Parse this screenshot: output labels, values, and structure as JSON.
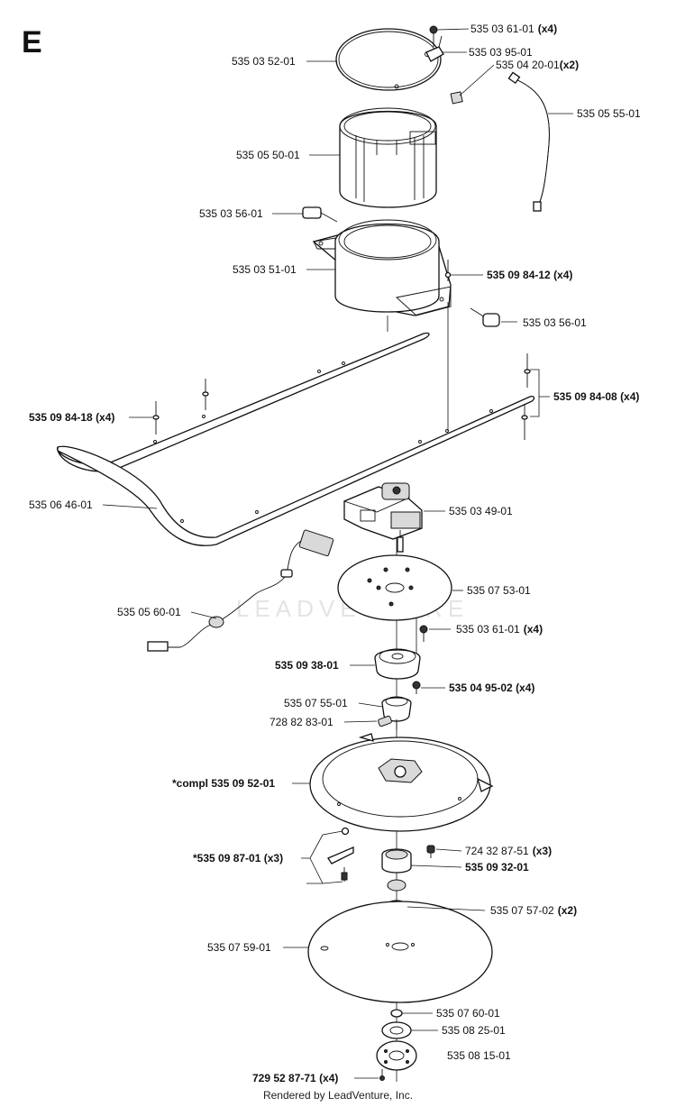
{
  "section_letter": "E",
  "footer_text": "Rendered by LeadVenture, Inc.",
  "watermark_text": "LEADVENTURE",
  "labels": {
    "top_screw": "535 03 61-01",
    "top_screw_qty": "(x4)",
    "lid": "535 03 52-01",
    "bracket_clip": "535 03 95-01",
    "nut": "535 04 20-01",
    "nut_qty": "(x2)",
    "cable_short": "535 05 55-01",
    "housing": "535 05 50-01",
    "knob_left": "535 03 56-01",
    "motor_holder": "535 03 51-01",
    "rivet_holder": "535 09 84-12 (x4)",
    "knob_right": "535 03 56-01",
    "rivet_right": "535 09 84-08 (x4)",
    "rivet_left": "535 09 84-18 (x4)",
    "bumper": "535 06 46-01",
    "motor": "535 03 49-01",
    "motor_plate": "535 07 53-01",
    "harness": "535 05 60-01",
    "plate_screw": "535 03 61-01",
    "plate_screw_qty": "(x4)",
    "hub": "535 09 38-01",
    "hub_screw": "535 04 95-02 (x4)",
    "adapter": "535 07 55-01",
    "set_screw": "728 82 83-01",
    "blade_disc": "*compl 535 09 52-01",
    "knife_kit": "*535 09 87-01 (x3)",
    "knife_screw": "724 32 87-51",
    "knife_screw_qty": "(x3)",
    "bearing_hub": "535 09 32-01",
    "bearing": "535 07 57-02",
    "bearing_qty": "(x2)",
    "skid_plate": "535 07 59-01",
    "washer": "535 07 60-01",
    "spacer": "535 08 25-01",
    "bottom_cap": "535 08 15-01",
    "cap_screw": "729 52 87-71 (x4)"
  }
}
